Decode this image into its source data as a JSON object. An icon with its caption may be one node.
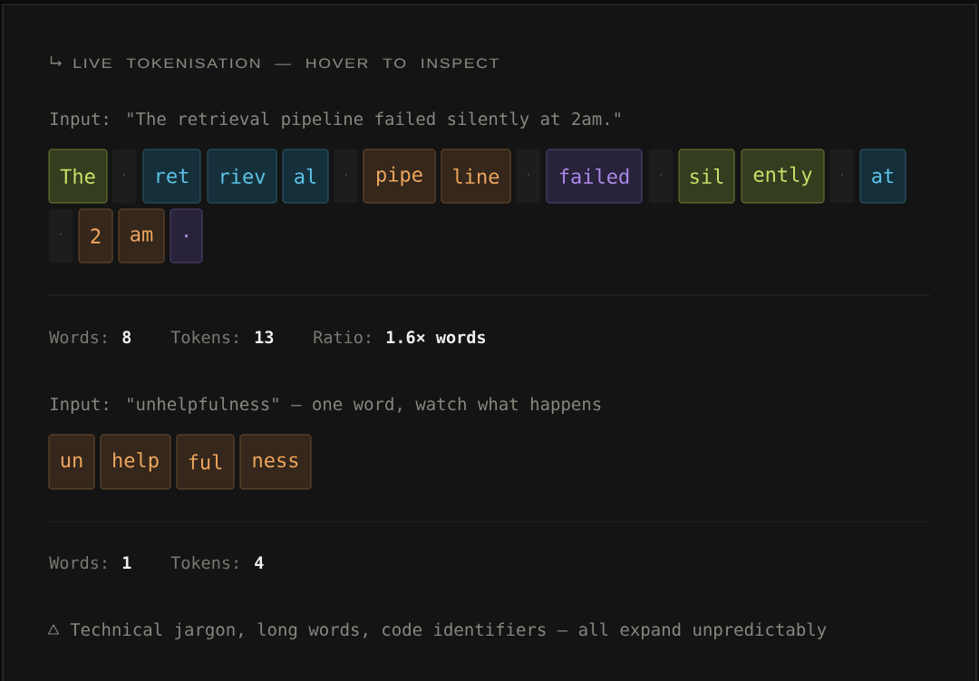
{
  "diagram": {
    "title": "LIVE TOKENISATION — HOVER TO INSPECT",
    "nodes": [
      {
        "text": [
          "The"
        ]
      },
      {
        "text": [
          "·"
        ]
      },
      {
        "text": [
          "ret"
        ]
      },
      {
        "text": [
          "riev"
        ]
      },
      {
        "text": [
          "al"
        ]
      },
      {
        "text": [
          "·"
        ]
      },
      {
        "text": [
          "pipe"
        ]
      },
      {
        "text": [
          "line"
        ]
      },
      {
        "text": [
          "·"
        ]
      },
      {
        "text": [
          "failed"
        ]
      },
      {
        "text": [
          "·"
        ]
      },
      {
        "text": [
          "sil"
        ]
      },
      {
        "text": [
          "ently"
        ]
      },
      {
        "text": [
          "·"
        ]
      },
      {
        "text": [
          "at"
        ]
      },
      {
        "text": [
          "·"
        ]
      },
      {
        "text": [
          "2"
        ]
      },
      {
        "text": [
          "am"
        ]
      },
      {
        "text": [
          "."
        ]
      },
      {
        "text": [
          "un"
        ]
      },
      {
        "text": [
          "help"
        ]
      },
      {
        "text": [
          "ful"
        ]
      },
      {
        "text": [
          "ness"
        ]
      }
    ],
    "labels": [
      "Input: \"The retrieval pipeline failed silently at 2am.\"",
      "Words:",
      "8",
      "Tokens:",
      "13",
      "Ratio:",
      "1.6× words",
      "Input: \"unhelpfulness\" — one word, watch what happens",
      "Words:",
      "1",
      "Tokens:",
      "4",
      "Technical jargon, long words, code identifiers — all expand unpredictably"
    ]
  }
}
